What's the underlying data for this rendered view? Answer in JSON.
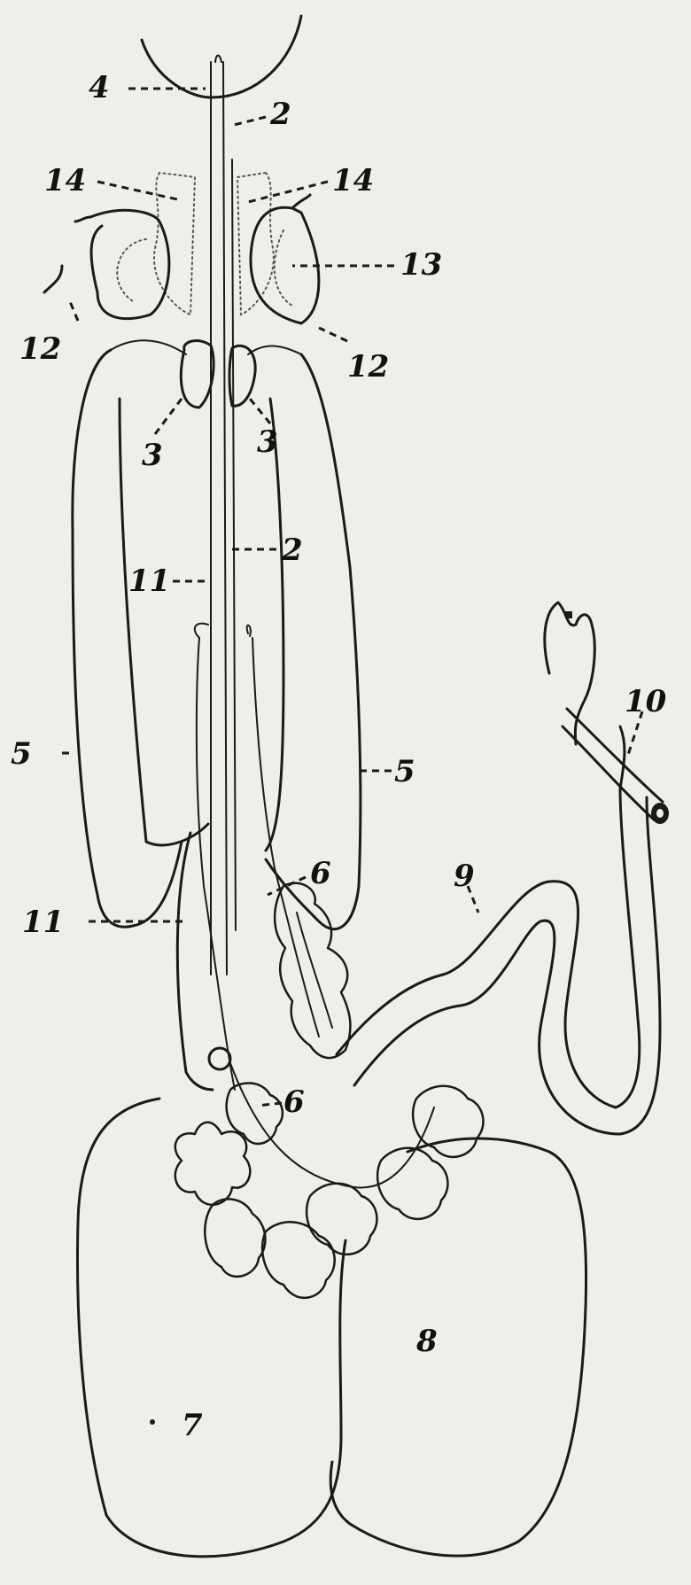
{
  "figure": {
    "labels": {
      "l4": "4",
      "l2_top": "2",
      "l14_left": "14",
      "l14_right": "14",
      "l13": "13",
      "l12_left": "12",
      "l12_right": "12",
      "l3_left": "3",
      "l3_right": "3",
      "l2_mid": "2",
      "l11_upper": "11",
      "l5_left": "5",
      "l5_right": "5",
      "l10": "10",
      "l9": "9",
      "l6_upper": "6",
      "l11_lower": "11",
      "l6_lower": "6",
      "l8": "8",
      "l7": "7"
    }
  }
}
